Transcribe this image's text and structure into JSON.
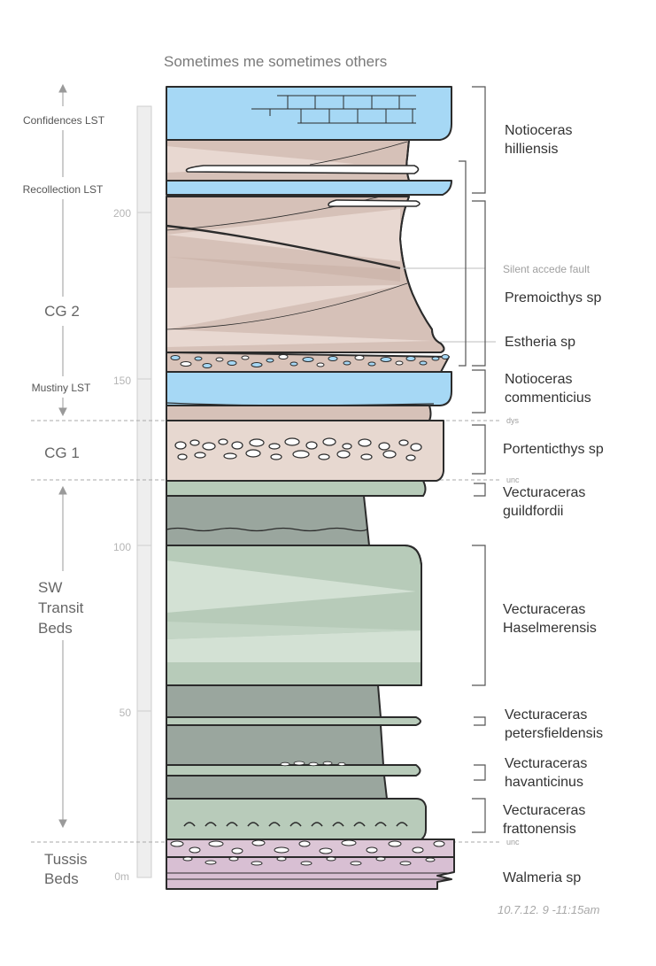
{
  "title": "Sometimes me sometimes others",
  "units": [
    {
      "id": "confidences",
      "label": "Confidences  LST"
    },
    {
      "id": "recollection",
      "label": "Recollection  LST"
    },
    {
      "id": "cg2",
      "label": "CG 2"
    },
    {
      "id": "mustiny",
      "label": "Mustiny LST"
    },
    {
      "id": "cg1",
      "label": "CG 1"
    },
    {
      "id": "sw1",
      "label": "SW"
    },
    {
      "id": "sw2",
      "label": "Transit"
    },
    {
      "id": "sw3",
      "label": "Beds"
    },
    {
      "id": "tu1",
      "label": "Tussis"
    },
    {
      "id": "tu2",
      "label": "Beds"
    }
  ],
  "scale_ticks": [
    "200",
    "150",
    "100",
    "50",
    "0m"
  ],
  "species": [
    {
      "id": "s1a",
      "text": "Notioceras"
    },
    {
      "id": "s1b",
      "text": "hilliensis"
    },
    {
      "id": "s2",
      "text": "Premoicthys sp"
    },
    {
      "id": "s3",
      "text": "Estheria sp"
    },
    {
      "id": "s4a",
      "text": "Notioceras"
    },
    {
      "id": "s4b",
      "text": "commenticius"
    },
    {
      "id": "s5",
      "text": "Portenticthys sp"
    },
    {
      "id": "s6a",
      "text": "Vecturaceras"
    },
    {
      "id": "s6b",
      "text": "guildfordii"
    },
    {
      "id": "s7a",
      "text": "Vecturaceras"
    },
    {
      "id": "s7b",
      "text": "Haselmerensis"
    },
    {
      "id": "s8a",
      "text": "Vecturaceras"
    },
    {
      "id": "s8b",
      "text": "petersfieldensis"
    },
    {
      "id": "s9a",
      "text": "Vecturaceras"
    },
    {
      "id": "s9b",
      "text": "havanticinus"
    },
    {
      "id": "s10a",
      "text": "Vecturaceras"
    },
    {
      "id": "s10b",
      "text": "frattonensis"
    },
    {
      "id": "s11",
      "text": "Walmeria sp"
    }
  ],
  "fault_label": "Silent accede fault",
  "boundary_labels": {
    "dys": "dys",
    "unc1": "unc",
    "unc2": "unc"
  },
  "timestamp": "10.7.12. 9 -11:15am",
  "colors": {
    "blue": "#a6d8f5",
    "tan": "#d6c1b8",
    "tan_light": "#e8d8d1",
    "conglomerate": "#e7d8d0",
    "green_dark": "#9aa69e",
    "green_light": "#b7cbb9",
    "pink": "#d8bfd3",
    "outline": "#2b2b2b"
  }
}
